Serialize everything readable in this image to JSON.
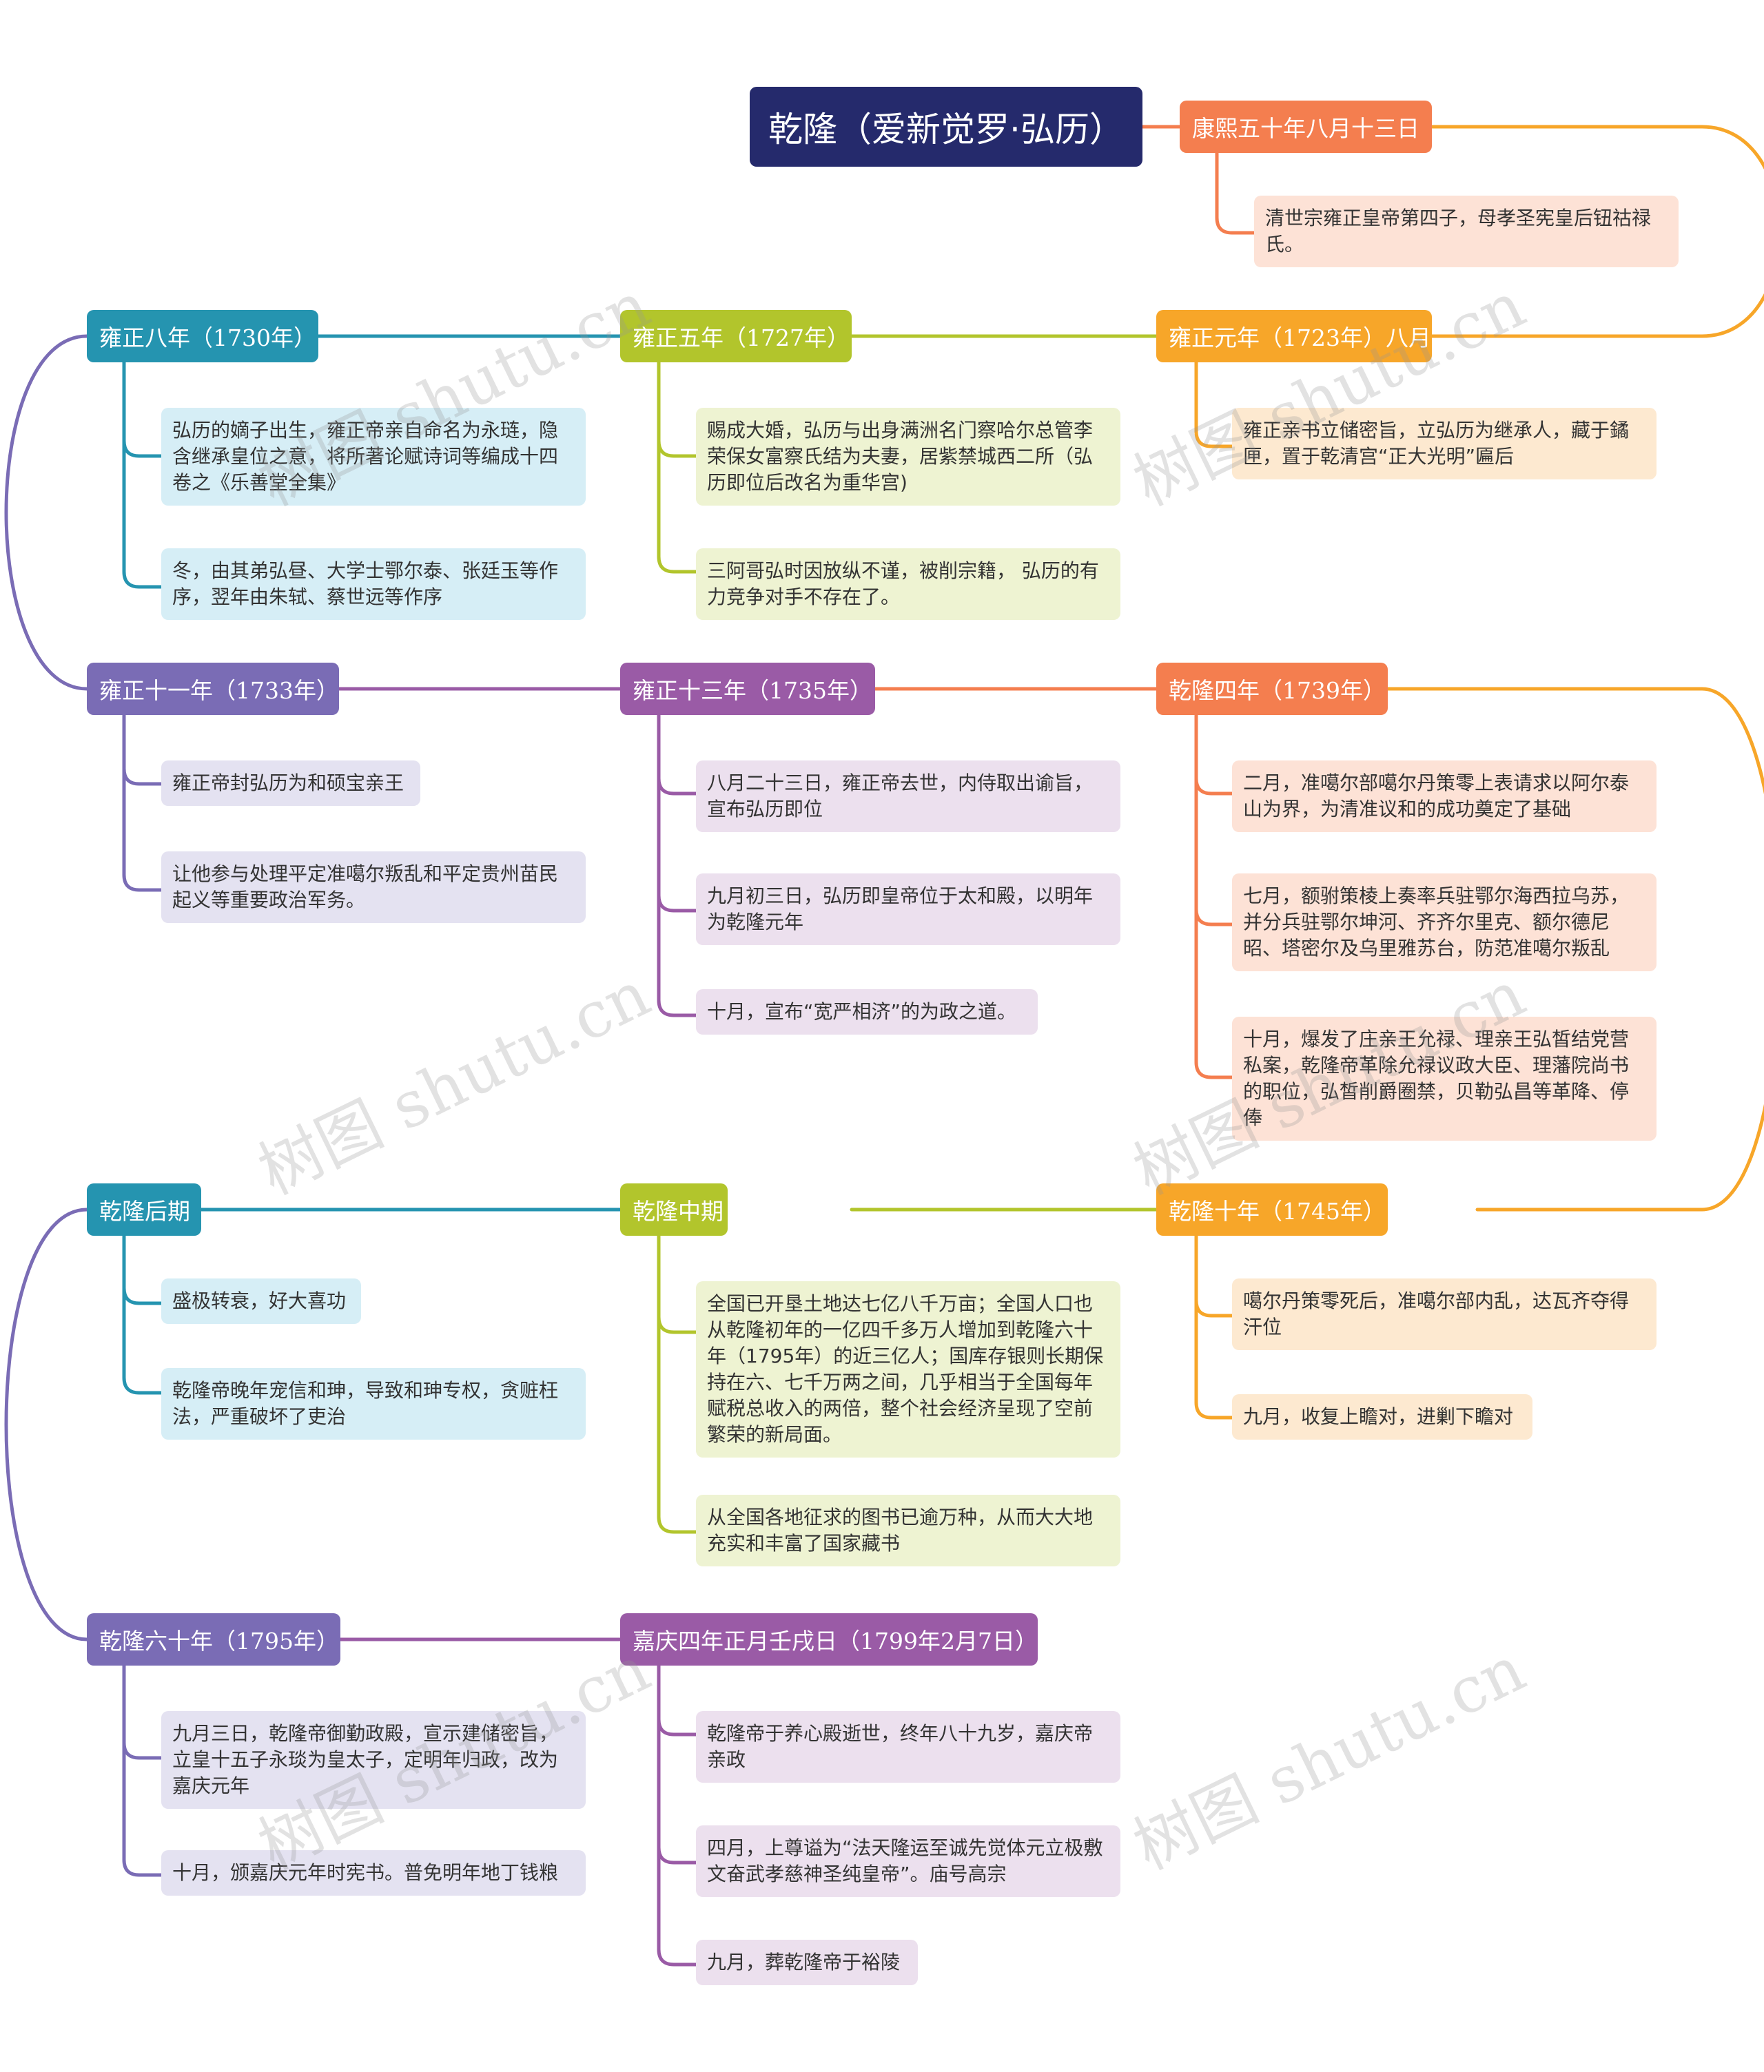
{
  "root": {
    "title": "乾隆（爱新觉罗·弘历）"
  },
  "nodes": {
    "kangxi": {
      "label": "康熙五十年八月十三日",
      "items": [
        "清世宗雍正皇帝第四子，母孝圣宪皇后钮祜禄氏。"
      ]
    },
    "yongzheng1": {
      "label_a": "雍正元年（",
      "year": "1723年",
      "label_b": "）八月",
      "items": [
        "雍正亲书立储密旨，立弘历为继承人，藏于鐍匣，置于乾清宫“正大光明”匾后"
      ]
    },
    "yongzheng5": {
      "label_a": "雍正五年（",
      "year": "1727年",
      "label_b": "）",
      "items": [
        "赐成大婚，弘历与出身满洲名门察哈尔总管李荣保女富察氏结为夫妻，居紫禁城西二所（弘历即位后改名为重华宫)",
        "三阿哥弘时因放纵不谨，被削宗籍， 弘历的有力竞争对手不存在了。"
      ]
    },
    "yongzheng8": {
      "label_a": "雍正八年（",
      "year": "1730年",
      "label_b": "）",
      "items": [
        "弘历的嫡子出生，雍正帝亲自命名为永琏，隐含继承皇位之意，将所著论赋诗词等编成十四卷之《乐善堂全集》",
        "冬，由其弟弘昼、大学士鄂尔泰、张廷玉等作序，翌年由朱轼、蔡世远等作序"
      ]
    },
    "yongzheng11": {
      "label_a": "雍正十一年（",
      "year": "1733年",
      "label_b": "）",
      "items": [
        "雍正帝封弘历为和硕宝亲王",
        "让他参与处理平定准噶尔叛乱和平定贵州苗民起义等重要政治军务。"
      ]
    },
    "yongzheng13": {
      "label_a": "雍正十三年（",
      "year": "1735年",
      "label_b": "）",
      "items": [
        "八月二十三日，雍正帝去世，内侍取出谕旨，宣布弘历即位",
        "九月初三日，弘历即皇帝位于太和殿，以明年为乾隆元年",
        "十月，宣布“宽严相济”的为政之道。"
      ]
    },
    "qianlong4": {
      "label_a": "乾隆四年（",
      "year": "1739年",
      "label_b": "）",
      "items": [
        "二月，准噶尔部噶尔丹策零上表请求以阿尔泰山为界，为清准议和的成功奠定了基础",
        "七月，额驸策棱上奏率兵驻鄂尔海西拉乌苏，并分兵驻鄂尔坤河、齐齐尔里克、额尔德尼昭、塔密尔及乌里雅苏台，防范准噶尔叛乱",
        "十月，爆发了庄亲王允禄、理亲王弘皙结党营私案，乾隆帝革除允禄议政大臣、理藩院尚书的职位，弘皙削爵圈禁，贝勒弘昌等革降、停俸"
      ]
    },
    "qianlong10": {
      "label_a": "乾隆十年（",
      "year": "1745年",
      "label_b": "）",
      "items": [
        "噶尔丹策零死后，准噶尔部内乱，达瓦齐夺得汗位",
        "九月，收复上瞻对，进剿下瞻对"
      ]
    },
    "mid": {
      "label": "乾隆中期",
      "items": [
        "全国已开垦土地达七亿八千万亩；全国人口也从乾隆初年的一亿四千多万人增加到乾隆六十年（1795年）的近三亿人；国库存银则长期保持在六、七千万两之间，几乎相当于全国每年赋税总收入的两倍，整个社会经济呈现了空前繁荣的新局面。",
        "从全国各地征求的图书已逾万种，从而大大地充实和丰富了国家藏书"
      ]
    },
    "late": {
      "label": "乾隆后期",
      "items": [
        "盛极转衰，好大喜功",
        "乾隆帝晚年宠信和珅，导致和珅专权，贪赃枉法，严重破坏了吏治"
      ]
    },
    "qianlong60": {
      "label_a": "乾隆六十年（",
      "year": "1795年",
      "label_b": "）",
      "items": [
        "九月三日，乾隆帝御勤政殿，宣示建储密旨，立皇十五子永琰为皇太子，定明年归政，改为嘉庆元年",
        "十月，颁嘉庆元年时宪书。普免明年地丁钱粮"
      ]
    },
    "jiaqing4": {
      "label_a": "嘉庆四年正月壬戌日（",
      "year": "1799年2月7日",
      "label_b": "）",
      "items": [
        "乾隆帝于养心殿逝世，终年八十九岁，嘉庆帝亲政",
        "四月，上尊谥为“法天隆运至诚先觉体元立极敷文奋武孝慈神圣纯皇帝”。庙号高宗",
        "九月，葬乾隆帝于裕陵"
      ]
    }
  },
  "watermark": "树图 shutu.cn",
  "colors": {
    "root": "#252a6c",
    "orange": "#f47e4f",
    "amber": "#f7a629",
    "lime": "#b2c52c",
    "teal": "#2594b0",
    "purple": "#7a6cb5",
    "magenta": "#9a5ba6"
  }
}
